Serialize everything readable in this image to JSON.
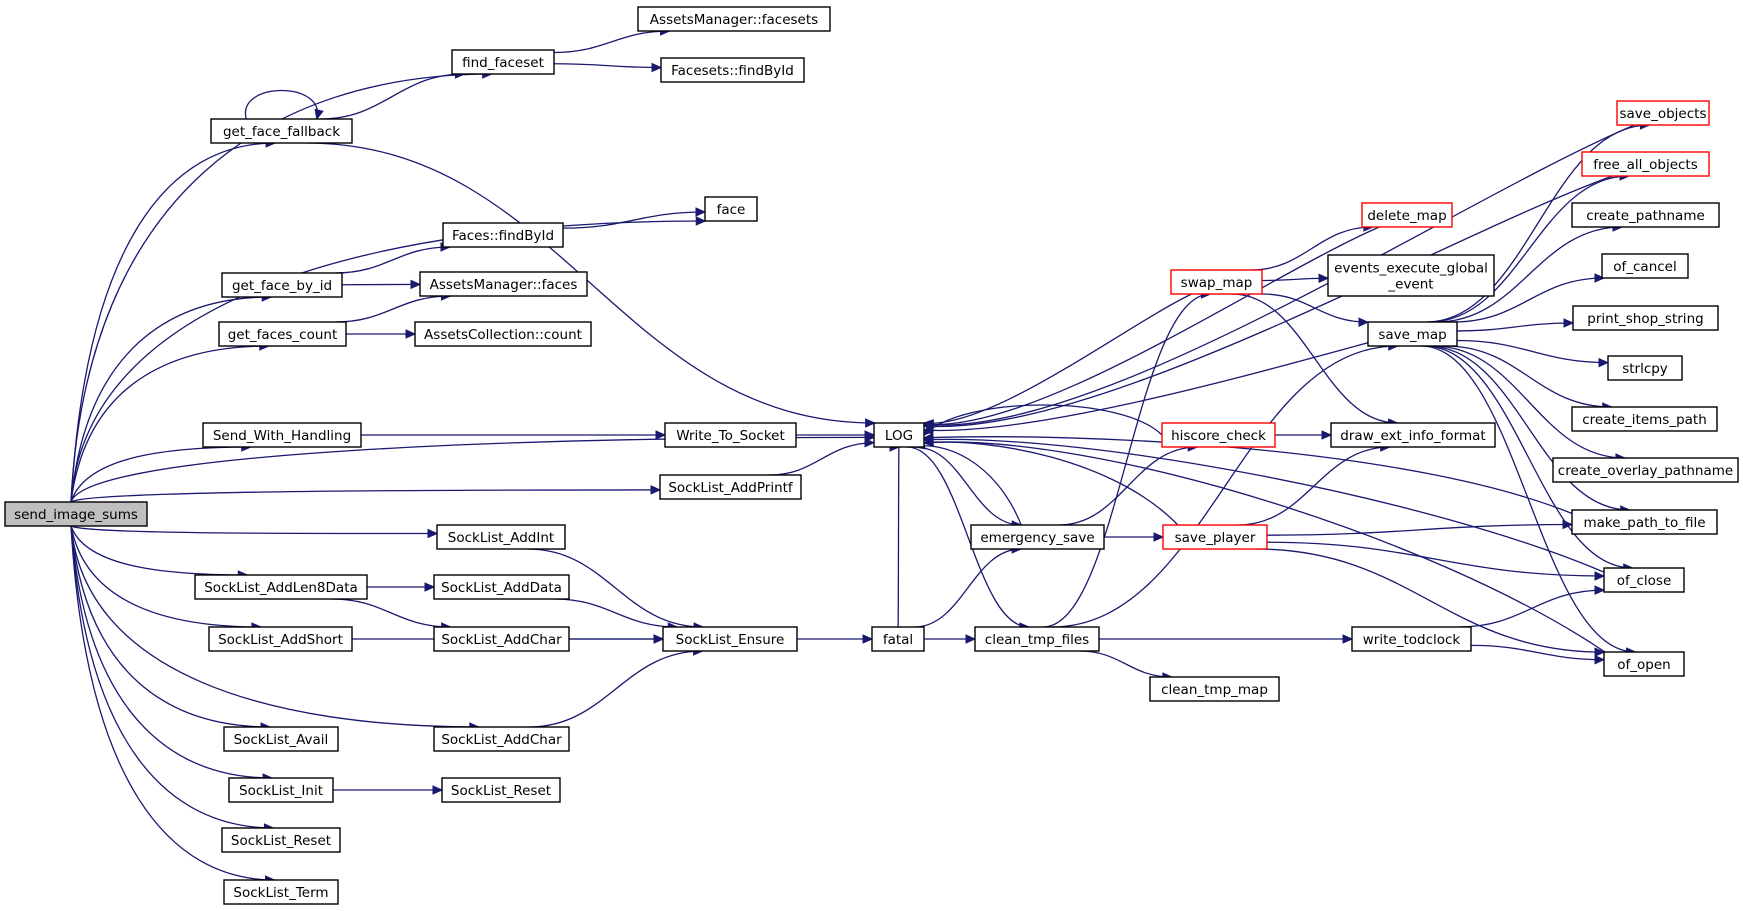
{
  "graph": {
    "edge_color": "#191970",
    "node_border_color": "#000000",
    "truncated_node_border_color": "#ff0000",
    "root_fill_color": "#bfbfbf",
    "nodes": [
      {
        "id": "send_image_sums",
        "label": [
          "send_image_sums"
        ],
        "kind": "root"
      },
      {
        "id": "find_faceset",
        "label": [
          "find_faceset"
        ],
        "kind": "normal"
      },
      {
        "id": "am_facesets",
        "label": [
          "AssetsManager::facesets"
        ],
        "kind": "normal"
      },
      {
        "id": "facesets_findById",
        "label": [
          "Facesets::findById"
        ],
        "kind": "normal"
      },
      {
        "id": "get_face_fallback",
        "label": [
          "get_face_fallback"
        ],
        "kind": "normal"
      },
      {
        "id": "face",
        "label": [
          "face"
        ],
        "kind": "normal"
      },
      {
        "id": "faces_findById",
        "label": [
          "Faces::findById"
        ],
        "kind": "normal"
      },
      {
        "id": "get_face_by_id",
        "label": [
          "get_face_by_id"
        ],
        "kind": "normal"
      },
      {
        "id": "am_faces",
        "label": [
          "AssetsManager::faces"
        ],
        "kind": "normal"
      },
      {
        "id": "get_faces_count",
        "label": [
          "get_faces_count"
        ],
        "kind": "normal"
      },
      {
        "id": "ac_count",
        "label": [
          "AssetsCollection::count"
        ],
        "kind": "normal"
      },
      {
        "id": "Send_With_Handling",
        "label": [
          "Send_With_Handling"
        ],
        "kind": "normal"
      },
      {
        "id": "Write_To_Socket",
        "label": [
          "Write_To_Socket"
        ],
        "kind": "normal"
      },
      {
        "id": "LOG",
        "label": [
          "LOG"
        ],
        "kind": "normal"
      },
      {
        "id": "SockList_AddPrintf",
        "label": [
          "SockList_AddPrintf"
        ],
        "kind": "normal"
      },
      {
        "id": "SockList_AddInt",
        "label": [
          "SockList_AddInt"
        ],
        "kind": "normal"
      },
      {
        "id": "SockList_AddLen8Data",
        "label": [
          "SockList_AddLen8Data"
        ],
        "kind": "normal"
      },
      {
        "id": "SockList_AddData",
        "label": [
          "SockList_AddData"
        ],
        "kind": "normal"
      },
      {
        "id": "SockList_AddChar_a",
        "label": [
          "SockList_AddChar"
        ],
        "kind": "normal"
      },
      {
        "id": "SockList_AddShort",
        "label": [
          "SockList_AddShort"
        ],
        "kind": "normal"
      },
      {
        "id": "SockList_Ensure",
        "label": [
          "SockList_Ensure"
        ],
        "kind": "normal"
      },
      {
        "id": "SockList_AddChar_b",
        "label": [
          "SockList_AddChar"
        ],
        "kind": "normal"
      },
      {
        "id": "SockList_Avail",
        "label": [
          "SockList_Avail"
        ],
        "kind": "normal"
      },
      {
        "id": "SockList_Init",
        "label": [
          "SockList_Init"
        ],
        "kind": "normal"
      },
      {
        "id": "SockList_Reset_a",
        "label": [
          "SockList_Reset"
        ],
        "kind": "normal"
      },
      {
        "id": "SockList_Reset_b",
        "label": [
          "SockList_Reset"
        ],
        "kind": "normal"
      },
      {
        "id": "SockList_Term",
        "label": [
          "SockList_Term"
        ],
        "kind": "normal"
      },
      {
        "id": "fatal",
        "label": [
          "fatal"
        ],
        "kind": "normal"
      },
      {
        "id": "emergency_save",
        "label": [
          "emergency_save"
        ],
        "kind": "normal"
      },
      {
        "id": "clean_tmp_files",
        "label": [
          "clean_tmp_files"
        ],
        "kind": "normal"
      },
      {
        "id": "clean_tmp_map",
        "label": [
          "clean_tmp_map"
        ],
        "kind": "normal"
      },
      {
        "id": "swap_map",
        "label": [
          "swap_map"
        ],
        "kind": "truncated"
      },
      {
        "id": "hiscore_check",
        "label": [
          "hiscore_check"
        ],
        "kind": "truncated"
      },
      {
        "id": "save_player",
        "label": [
          "save_player"
        ],
        "kind": "truncated"
      },
      {
        "id": "delete_map",
        "label": [
          "delete_map"
        ],
        "kind": "truncated"
      },
      {
        "id": "events_execute_global_event",
        "label": [
          "events_execute_global",
          "_event"
        ],
        "kind": "normal"
      },
      {
        "id": "save_map",
        "label": [
          "save_map"
        ],
        "kind": "normal"
      },
      {
        "id": "draw_ext_info_format",
        "label": [
          "draw_ext_info_format"
        ],
        "kind": "normal"
      },
      {
        "id": "write_todclock",
        "label": [
          "write_todclock"
        ],
        "kind": "normal"
      },
      {
        "id": "save_objects",
        "label": [
          "save_objects"
        ],
        "kind": "truncated"
      },
      {
        "id": "free_all_objects",
        "label": [
          "free_all_objects"
        ],
        "kind": "truncated"
      },
      {
        "id": "create_pathname",
        "label": [
          "create_pathname"
        ],
        "kind": "normal"
      },
      {
        "id": "of_cancel",
        "label": [
          "of_cancel"
        ],
        "kind": "normal"
      },
      {
        "id": "print_shop_string",
        "label": [
          "print_shop_string"
        ],
        "kind": "normal"
      },
      {
        "id": "strlcpy",
        "label": [
          "strlcpy"
        ],
        "kind": "normal"
      },
      {
        "id": "create_items_path",
        "label": [
          "create_items_path"
        ],
        "kind": "normal"
      },
      {
        "id": "create_overlay_pathname",
        "label": [
          "create_overlay_pathname"
        ],
        "kind": "normal"
      },
      {
        "id": "make_path_to_file",
        "label": [
          "make_path_to_file"
        ],
        "kind": "normal"
      },
      {
        "id": "of_close",
        "label": [
          "of_close"
        ],
        "kind": "normal"
      },
      {
        "id": "of_open",
        "label": [
          "of_open"
        ],
        "kind": "normal"
      }
    ],
    "edges": [
      [
        "send_image_sums",
        "find_faceset"
      ],
      [
        "send_image_sums",
        "get_face_fallback"
      ],
      [
        "send_image_sums",
        "face"
      ],
      [
        "send_image_sums",
        "get_face_by_id"
      ],
      [
        "send_image_sums",
        "get_faces_count"
      ],
      [
        "send_image_sums",
        "LOG"
      ],
      [
        "send_image_sums",
        "Send_With_Handling"
      ],
      [
        "send_image_sums",
        "SockList_AddPrintf"
      ],
      [
        "send_image_sums",
        "SockList_AddInt"
      ],
      [
        "send_image_sums",
        "SockList_AddLen8Data"
      ],
      [
        "send_image_sums",
        "SockList_AddShort"
      ],
      [
        "send_image_sums",
        "SockList_AddChar_b"
      ],
      [
        "send_image_sums",
        "SockList_Avail"
      ],
      [
        "send_image_sums",
        "SockList_Init"
      ],
      [
        "send_image_sums",
        "SockList_Reset_b"
      ],
      [
        "send_image_sums",
        "SockList_Term"
      ],
      [
        "find_faceset",
        "am_facesets"
      ],
      [
        "find_faceset",
        "facesets_findById"
      ],
      [
        "get_face_fallback",
        "find_faceset"
      ],
      [
        "get_face_fallback",
        "get_face_fallback"
      ],
      [
        "get_face_fallback",
        "LOG"
      ],
      [
        "get_face_by_id",
        "faces_findById"
      ],
      [
        "get_face_by_id",
        "am_faces"
      ],
      [
        "faces_findById",
        "face"
      ],
      [
        "get_faces_count",
        "am_faces"
      ],
      [
        "get_faces_count",
        "ac_count"
      ],
      [
        "Send_With_Handling",
        "Write_To_Socket"
      ],
      [
        "Write_To_Socket",
        "LOG"
      ],
      [
        "SockList_AddPrintf",
        "LOG"
      ],
      [
        "SockList_AddInt",
        "SockList_Ensure"
      ],
      [
        "SockList_AddLen8Data",
        "SockList_AddData"
      ],
      [
        "SockList_AddLen8Data",
        "SockList_AddChar_a"
      ],
      [
        "SockList_AddData",
        "SockList_Ensure"
      ],
      [
        "SockList_AddChar_a",
        "SockList_Ensure"
      ],
      [
        "SockList_AddShort",
        "SockList_Ensure"
      ],
      [
        "SockList_AddChar_b",
        "SockList_Ensure"
      ],
      [
        "SockList_Init",
        "SockList_Reset_a"
      ],
      [
        "SockList_Ensure",
        "fatal"
      ],
      [
        "fatal",
        "emergency_save"
      ],
      [
        "fatal",
        "clean_tmp_files"
      ],
      [
        "fatal",
        "LOG"
      ],
      [
        "emergency_save",
        "hiscore_check"
      ],
      [
        "emergency_save",
        "save_player"
      ],
      [
        "emergency_save",
        "LOG"
      ],
      [
        "LOG",
        "emergency_save"
      ],
      [
        "LOG",
        "clean_tmp_files"
      ],
      [
        "clean_tmp_files",
        "swap_map"
      ],
      [
        "clean_tmp_files",
        "save_map"
      ],
      [
        "clean_tmp_files",
        "write_todclock"
      ],
      [
        "clean_tmp_files",
        "clean_tmp_map"
      ],
      [
        "swap_map",
        "delete_map"
      ],
      [
        "swap_map",
        "events_execute_global_event"
      ],
      [
        "swap_map",
        "save_map"
      ],
      [
        "swap_map",
        "draw_ext_info_format"
      ],
      [
        "swap_map",
        "LOG"
      ],
      [
        "hiscore_check",
        "draw_ext_info_format"
      ],
      [
        "hiscore_check",
        "LOG"
      ],
      [
        "save_player",
        "draw_ext_info_format"
      ],
      [
        "save_player",
        "make_path_to_file"
      ],
      [
        "save_player",
        "of_close"
      ],
      [
        "save_player",
        "of_open"
      ],
      [
        "save_player",
        "LOG"
      ],
      [
        "delete_map",
        "LOG"
      ],
      [
        "save_map",
        "save_objects"
      ],
      [
        "save_map",
        "free_all_objects"
      ],
      [
        "save_map",
        "create_pathname"
      ],
      [
        "save_map",
        "of_cancel"
      ],
      [
        "save_map",
        "print_shop_string"
      ],
      [
        "save_map",
        "strlcpy"
      ],
      [
        "save_map",
        "create_items_path"
      ],
      [
        "save_map",
        "create_overlay_pathname"
      ],
      [
        "save_map",
        "make_path_to_file"
      ],
      [
        "save_map",
        "of_close"
      ],
      [
        "save_map",
        "of_open"
      ],
      [
        "save_map",
        "LOG"
      ],
      [
        "write_todclock",
        "of_close"
      ],
      [
        "write_todclock",
        "of_open"
      ],
      [
        "save_objects",
        "LOG"
      ],
      [
        "free_all_objects",
        "LOG"
      ],
      [
        "of_close",
        "LOG"
      ],
      [
        "of_open",
        "LOG"
      ],
      [
        "make_path_to_file",
        "LOG"
      ]
    ]
  }
}
